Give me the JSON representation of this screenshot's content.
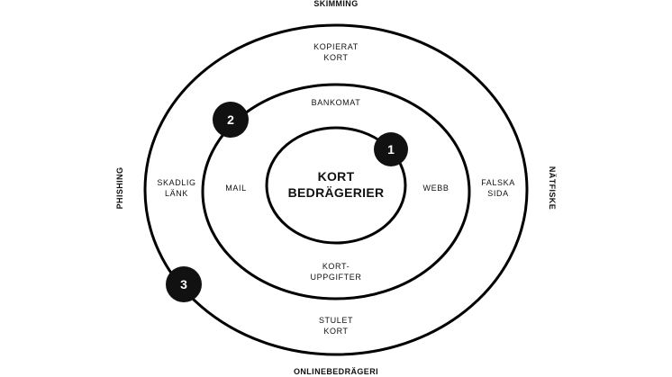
{
  "edge_labels": {
    "top": "SKIMMING",
    "bottom": "ONLINEBEDRÄGERI",
    "left": "PHISHING",
    "right": "NÄTFISKE"
  },
  "center": {
    "line1": "KORT",
    "line2": "BEDRÄGERIER"
  },
  "middle_ring": {
    "top": "BANKOMAT",
    "left": "MAIL",
    "right": "WEBB",
    "bottom_line1": "KORT-",
    "bottom_line2": "UPPGIFTER"
  },
  "outer_ring": {
    "top_line1": "KOPIERAT",
    "top_line2": "KORT",
    "left_line1": "SKADLIG",
    "left_line2": "LÄNK",
    "right_line1": "FALSKA",
    "right_line2": "SIDA",
    "bottom_line1": "STULET",
    "bottom_line2": "KORT"
  },
  "badges": [
    "1",
    "2",
    "3"
  ],
  "colors": {
    "stroke": "#000000",
    "badge_fill": "#111111",
    "background": "#ffffff"
  }
}
